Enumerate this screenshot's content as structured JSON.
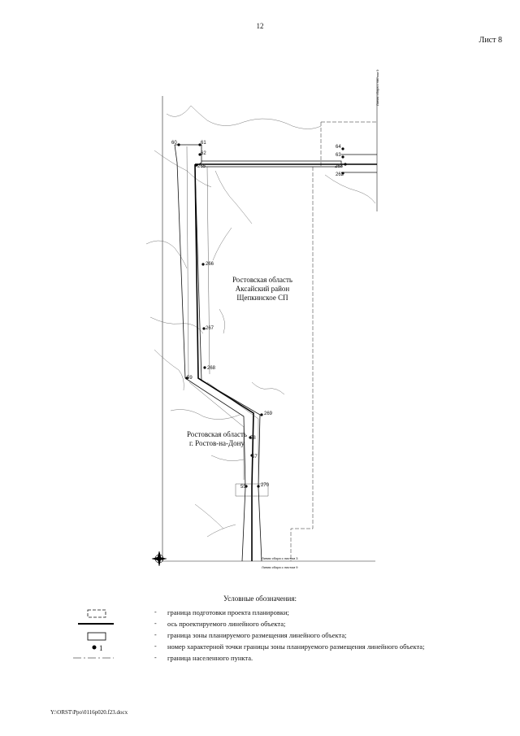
{
  "page": {
    "page_number": "12",
    "sheet_label": "Лист 8",
    "file_path": "Y:\\ORST\\Ppo\\0116p020.f23.docx"
  },
  "map": {
    "region_labels": {
      "aksai": [
        "Ростовская область",
        "Аксайский район",
        "Щепкинское СП"
      ],
      "rostov": [
        "Ростовская область",
        "г. Ростов-на-Дону"
      ]
    },
    "points": [
      "60",
      "61",
      "62",
      "265",
      "266",
      "267",
      "268",
      "269",
      "270",
      "59",
      "58",
      "57",
      "55",
      "64",
      "63",
      "262",
      "263"
    ],
    "side_notes": [
      "Линия сбора с листом 9",
      "Линия сбора с листом 3",
      "Линия сбора с листом 9"
    ]
  },
  "legend": {
    "title": "Условные обозначения:",
    "separator": "-",
    "items": [
      {
        "symbol": "dashed-rect",
        "text": "граница подготовки проекта планировки;"
      },
      {
        "symbol": "thick-line",
        "text": "ось проектируемого линейного объекта;"
      },
      {
        "symbol": "solid-rect",
        "text": "граница зоны планируемого размещения линейного объекта;"
      },
      {
        "symbol": "point-marker",
        "marker_label": "1",
        "text": "номер характерной точки границы зоны планируемого размещения линейного объекта;"
      },
      {
        "symbol": "dash-dot-line",
        "text": "граница населенного пункта."
      }
    ]
  }
}
